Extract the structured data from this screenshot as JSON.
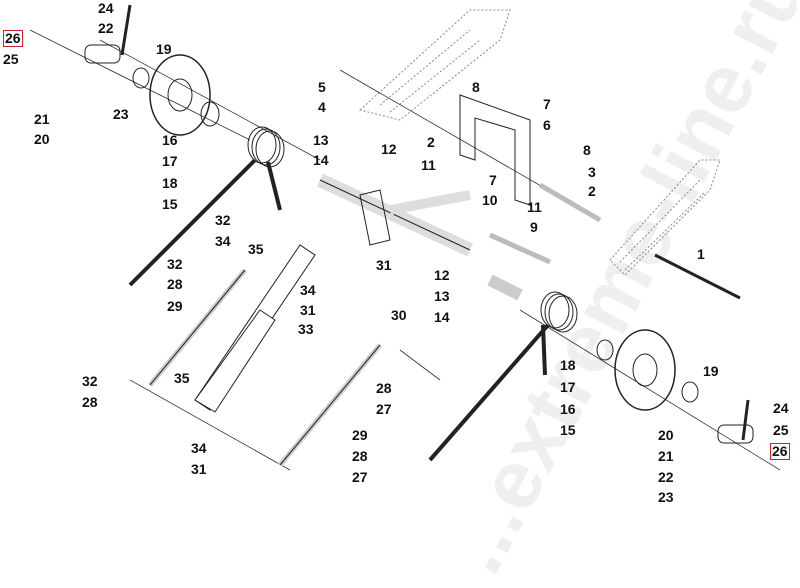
{
  "diagram": {
    "type": "exploded-parts-diagram",
    "subject": "rear suspension assembly (exploded view)",
    "watermark": "...extreme-line.ru",
    "highlight_color": "#c62828",
    "line_color": "#222222",
    "callouts": [
      {
        "id": "c26a",
        "label": "26",
        "highlighted": true
      },
      {
        "id": "c25a",
        "label": "25"
      },
      {
        "id": "c24a",
        "label": "24"
      },
      {
        "id": "c22a",
        "label": "22"
      },
      {
        "id": "c19a",
        "label": "19"
      },
      {
        "id": "c23a",
        "label": "23"
      },
      {
        "id": "c21a",
        "label": "21"
      },
      {
        "id": "c20a",
        "label": "20"
      },
      {
        "id": "c16a",
        "label": "16"
      },
      {
        "id": "c17a",
        "label": "17"
      },
      {
        "id": "c18a",
        "label": "18"
      },
      {
        "id": "c15a",
        "label": "15"
      },
      {
        "id": "c5",
        "label": "5"
      },
      {
        "id": "c4",
        "label": "4"
      },
      {
        "id": "c8a",
        "label": "8"
      },
      {
        "id": "c7a",
        "label": "7"
      },
      {
        "id": "c6",
        "label": "6"
      },
      {
        "id": "c2a",
        "label": "2"
      },
      {
        "id": "c8b",
        "label": "8"
      },
      {
        "id": "c13a",
        "label": "13"
      },
      {
        "id": "c12a",
        "label": "12"
      },
      {
        "id": "c14a",
        "label": "14"
      },
      {
        "id": "c11a",
        "label": "11"
      },
      {
        "id": "c3",
        "label": "3"
      },
      {
        "id": "c7b",
        "label": "7"
      },
      {
        "id": "c2b",
        "label": "2"
      },
      {
        "id": "c10",
        "label": "10"
      },
      {
        "id": "c11b",
        "label": "11"
      },
      {
        "id": "c9",
        "label": "9"
      },
      {
        "id": "c1",
        "label": "1"
      },
      {
        "id": "c32a",
        "label": "32"
      },
      {
        "id": "c34a",
        "label": "34"
      },
      {
        "id": "c35a",
        "label": "35"
      },
      {
        "id": "c32b",
        "label": "32"
      },
      {
        "id": "c28a",
        "label": "28"
      },
      {
        "id": "c29a",
        "label": "29"
      },
      {
        "id": "c31a",
        "label": "31"
      },
      {
        "id": "c34b",
        "label": "34"
      },
      {
        "id": "c31b",
        "label": "31"
      },
      {
        "id": "c30",
        "label": "30"
      },
      {
        "id": "c33",
        "label": "33"
      },
      {
        "id": "c12b",
        "label": "12"
      },
      {
        "id": "c13b",
        "label": "13"
      },
      {
        "id": "c14b",
        "label": "14"
      },
      {
        "id": "c32c",
        "label": "32"
      },
      {
        "id": "c28b",
        "label": "28"
      },
      {
        "id": "c35b",
        "label": "35"
      },
      {
        "id": "c34c",
        "label": "34"
      },
      {
        "id": "c31c",
        "label": "31"
      },
      {
        "id": "c28c",
        "label": "28"
      },
      {
        "id": "c27a",
        "label": "27"
      },
      {
        "id": "c29b",
        "label": "29"
      },
      {
        "id": "c28d",
        "label": "28"
      },
      {
        "id": "c27b",
        "label": "27"
      },
      {
        "id": "c18b",
        "label": "18"
      },
      {
        "id": "c17b",
        "label": "17"
      },
      {
        "id": "c16b",
        "label": "16"
      },
      {
        "id": "c15b",
        "label": "15"
      },
      {
        "id": "c19b",
        "label": "19"
      },
      {
        "id": "c24b",
        "label": "24"
      },
      {
        "id": "c20b",
        "label": "20"
      },
      {
        "id": "c25b",
        "label": "25"
      },
      {
        "id": "c21b",
        "label": "21"
      },
      {
        "id": "c26b",
        "label": "26",
        "highlighted": true
      },
      {
        "id": "c22b",
        "label": "22"
      },
      {
        "id": "c23b",
        "label": "23"
      }
    ]
  }
}
